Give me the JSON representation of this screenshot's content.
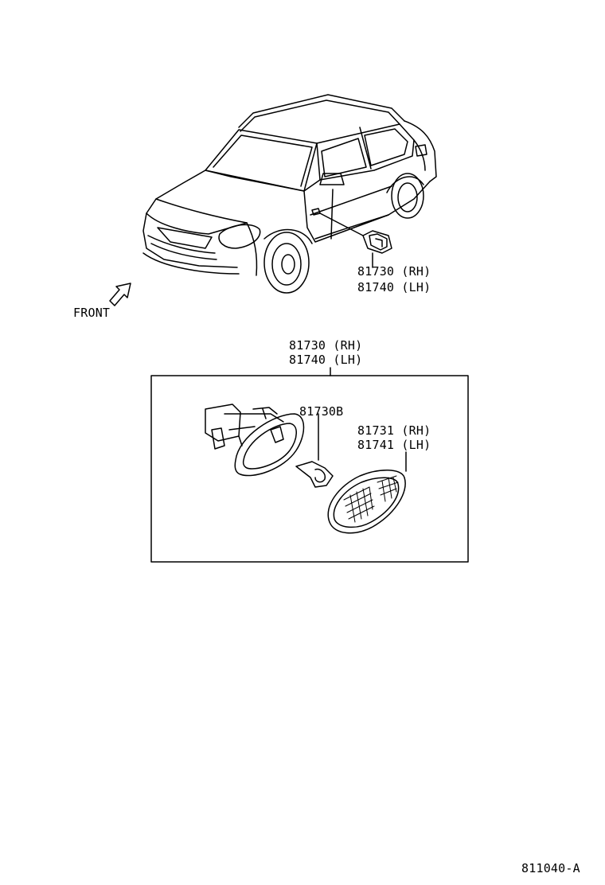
{
  "overview": {
    "front_label": "FRONT",
    "callout_rh": "81730 (RH)",
    "callout_lh": "81740 (LH)"
  },
  "detail": {
    "assembly_rh": "81730 (RH)",
    "assembly_lh": "81740 (LH)",
    "bulb": "81730B",
    "lens_rh": "81731 (RH)",
    "lens_lh": "81741 (LH)"
  },
  "figure_id": "811040-A",
  "colors": {
    "ink": "#000000",
    "paper": "#ffffff"
  }
}
